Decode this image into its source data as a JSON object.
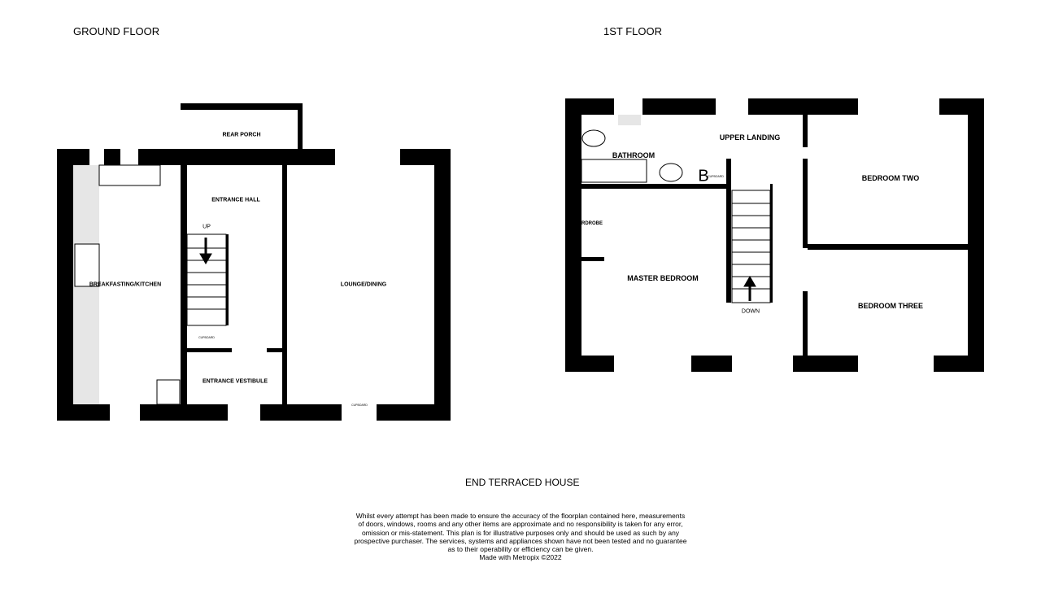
{
  "headings": {
    "ground": "GROUND FLOOR",
    "first": "1ST FLOOR",
    "house_type": "END TERRACED HOUSE"
  },
  "ground_rooms": {
    "rear_porch": "REAR PORCH",
    "entrance_hall": "ENTRANCE HALL",
    "kitchen": "BREAKFASTING/KITCHEN",
    "lounge": "LOUNGE/DINING",
    "vestibule": "ENTRANCE VESTIBULE",
    "up": "UP",
    "cupboard1": "CUPBOARD",
    "cupboard2": "CUPBOARD"
  },
  "first_rooms": {
    "bathroom": "BATHROOM",
    "landing": "UPPER LANDING",
    "bed2": "BEDROOM TWO",
    "master": "MASTER BEDROOM",
    "bed3": "BEDROOM THREE",
    "down": "DOWN",
    "wardrobe": "RDROBE",
    "boiler": "B",
    "cupboard": "CUPBOARD"
  },
  "disclaimer": [
    "Whilst every attempt has been made to ensure the accuracy of the floorplan contained here, measurements",
    "of doors, windows, rooms and any other items are approximate and no responsibility is taken for any error,",
    "omission or mis-statement. This plan is for illustrative purposes only and should be used as such by any",
    "prospective purchaser. The services, systems and appliances shown have not been tested and no guarantee",
    "as to their operability or efficiency can be given.",
    "Made with Metropix ©2022"
  ]
}
